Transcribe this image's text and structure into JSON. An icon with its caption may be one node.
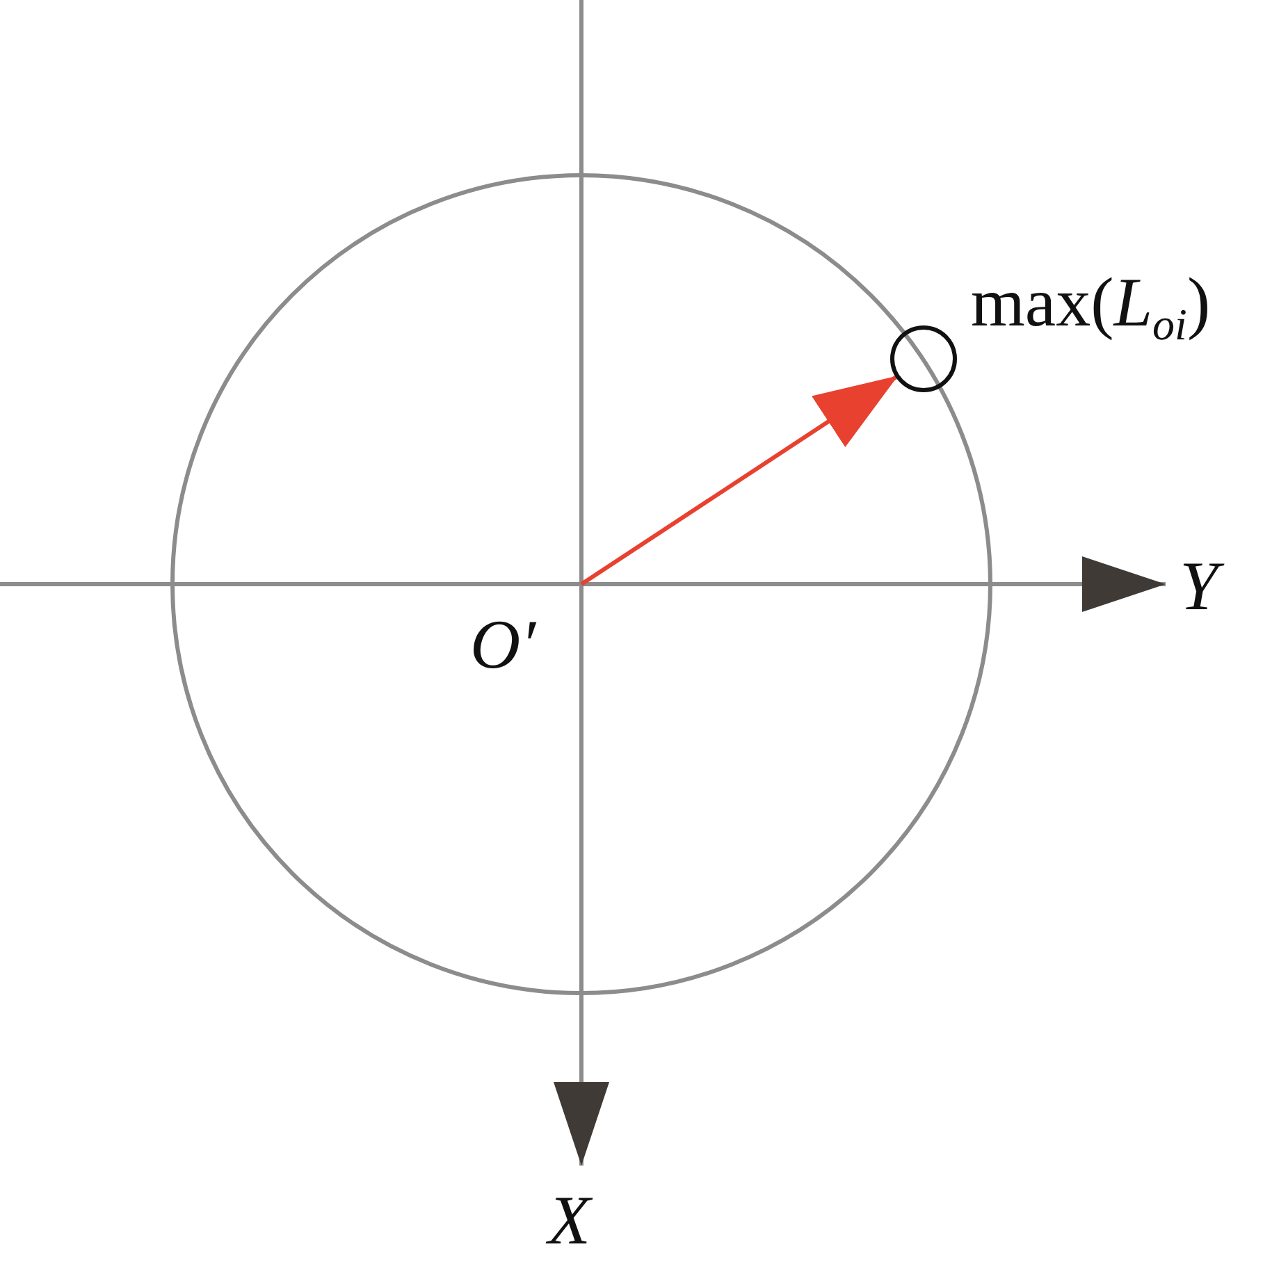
{
  "diagram": {
    "nodes": [
      {
        "text": [
          "O′"
        ]
      },
      {
        "text": [],
        "shape": "circle",
        "beside": [
          "max(*L*$_{oi}$)"
        ]
      }
    ],
    "edges": [
      {
        "from": 0,
        "to": 1,
        "arrow": "to",
        "color": "#e8412f"
      }
    ],
    "labels": [
      "Y",
      "X"
    ]
  }
}
